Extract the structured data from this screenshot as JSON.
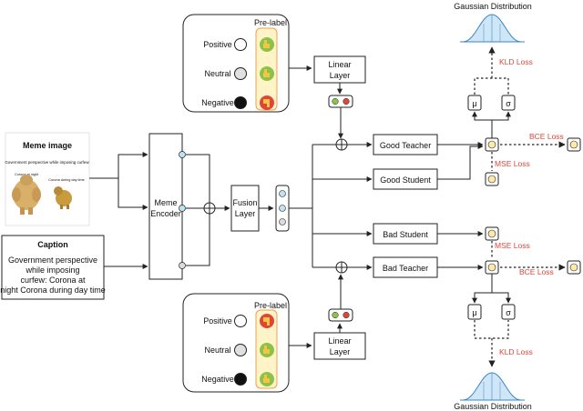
{
  "meme_image": {
    "title": "Meme image",
    "line1": "Government perspective while imposing curfew:",
    "left_caption": "Corona at night",
    "right_caption": "Corona during day time"
  },
  "caption": {
    "title": "Caption",
    "lines": [
      "Government perspective",
      "while imposing",
      "curfew: Corona at",
      "night Corona during day time"
    ]
  },
  "meme_encoder": {
    "line1": "Meme",
    "line2": "Encoder"
  },
  "fusion_layer": {
    "line1": "Fusion",
    "line2": "Layer"
  },
  "top_panel": {
    "pre_label": "Pre-label",
    "rows": [
      "Positive",
      "Neutral",
      "Negative"
    ]
  },
  "bottom_panel": {
    "pre_label": "Pre-label",
    "rows": [
      "Positive",
      "Neutral",
      "Negative"
    ]
  },
  "linear_layer_top": {
    "line1": "Linear",
    "line2": "Layer"
  },
  "linear_layer_bottom": {
    "line1": "Linear",
    "line2": "Layer"
  },
  "boxes": {
    "good_teacher": "Good Teacher",
    "good_student": "Good Student",
    "bad_student": "Bad Student",
    "bad_teacher": "Bad Teacher"
  },
  "losses": {
    "kld_top": "KLD Loss",
    "bce_top": "BCE Loss",
    "mse_top": "MSE Loss",
    "mse_bottom": "MSE Loss",
    "bce_bottom": "BCE Loss",
    "kld_bottom": "KLD Loss"
  },
  "gaussian": {
    "top": "Gaussian Distribution",
    "bottom": "Gaussian Distribution"
  },
  "params": {
    "mu": "μ",
    "sigma": "σ"
  },
  "colors": {
    "loss_red": "#e0453a",
    "node_yellow": "#fde9a8",
    "node_blue": "#bfe3f5",
    "node_gray": "#dcdcdc",
    "thumb_green": "#8bc34a",
    "thumb_red": "#e0453a",
    "panel_fill": "#fff3c8",
    "panel_stroke": "#f0a04b",
    "gauss_blue": "#3a86c8"
  }
}
